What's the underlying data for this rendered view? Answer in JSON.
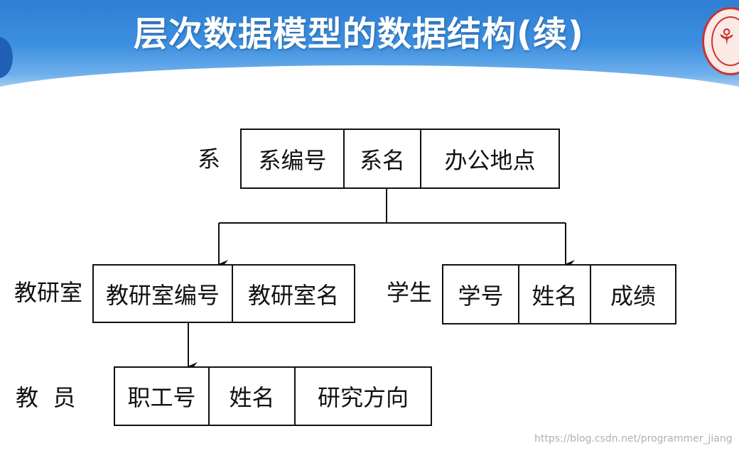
{
  "slide": {
    "title": "层次数据模型的数据结构(续)"
  },
  "diagram": {
    "department": {
      "label": "系",
      "fields": [
        "系编号",
        "系名",
        "办公地点"
      ]
    },
    "teaching_office": {
      "label": "教研室",
      "fields": [
        "教研室编号",
        "教研室名"
      ]
    },
    "student": {
      "label": "学生",
      "fields": [
        "学号",
        "姓名",
        "成绩"
      ]
    },
    "staff": {
      "label": "教  员",
      "fields": [
        "职工号",
        "姓名",
        "研究方向"
      ]
    }
  },
  "watermark": "https://blog.csdn.net/programmer_jiang",
  "colors": {
    "header_blue": "#3c8fe0",
    "line": "#111111",
    "seal_red": "#c9342f"
  }
}
